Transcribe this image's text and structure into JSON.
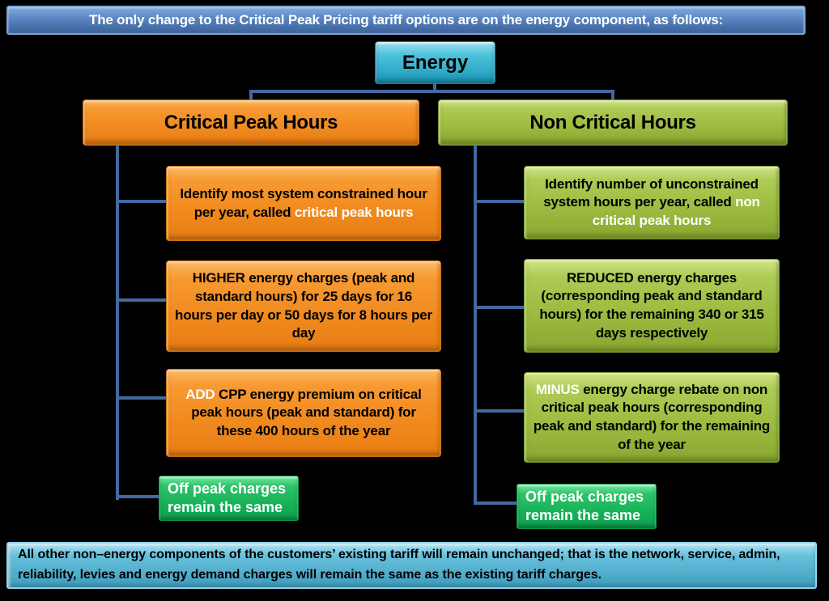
{
  "banner_top": "The only change to the Critical Peak Pricing tariff options are on the energy component, as follows:",
  "root_label": "Energy",
  "columns": [
    {
      "header": "Critical Peak Hours",
      "items": [
        {
          "pre": "Identify most system constrained hour per year, called ",
          "highlight": "critical peak hours",
          "post": ""
        },
        {
          "pre": "HIGHER energy charges (peak and standard hours) for 25 days for 16 hours per day or 50 days for 8 hours per day",
          "highlight": "",
          "post": ""
        },
        {
          "pre": "",
          "highlight": "ADD",
          "post": " CPP energy premium on critical peak hours (peak and standard) for these 400 hours of the year"
        }
      ],
      "footer": "Off peak charges remain the same"
    },
    {
      "header": "Non Critical Hours",
      "items": [
        {
          "pre": "Identify number of unconstrained system hours per year, called ",
          "highlight": "non critical peak hours",
          "post": ""
        },
        {
          "pre": "REDUCED energy charges (corresponding peak and standard hours) for the remaining 340 or 315 days respectively",
          "highlight": "",
          "post": ""
        },
        {
          "pre": "",
          "highlight": "MINUS",
          "post": " energy charge rebate on non critical peak hours (corresponding peak and standard) for the remaining of the year"
        }
      ],
      "footer": "Off peak charges remain the same"
    }
  ],
  "banner_bottom": "All other non–energy components of the customers’ existing tariff will remain unchanged; that is the network, service, admin, reliability, levies and energy demand charges will remain the same as the existing tariff charges.",
  "colors": {
    "banner_top_blue": "#5d89c6",
    "energy_cyan": "#2fa9c8",
    "critical_orange": "#f08a1e",
    "non_critical_green": "#9cba3e",
    "off_peak_green": "#16b058",
    "banner_bottom_cyan": "#4daac9",
    "connector_blue": "#44699f",
    "background": "#000000"
  }
}
